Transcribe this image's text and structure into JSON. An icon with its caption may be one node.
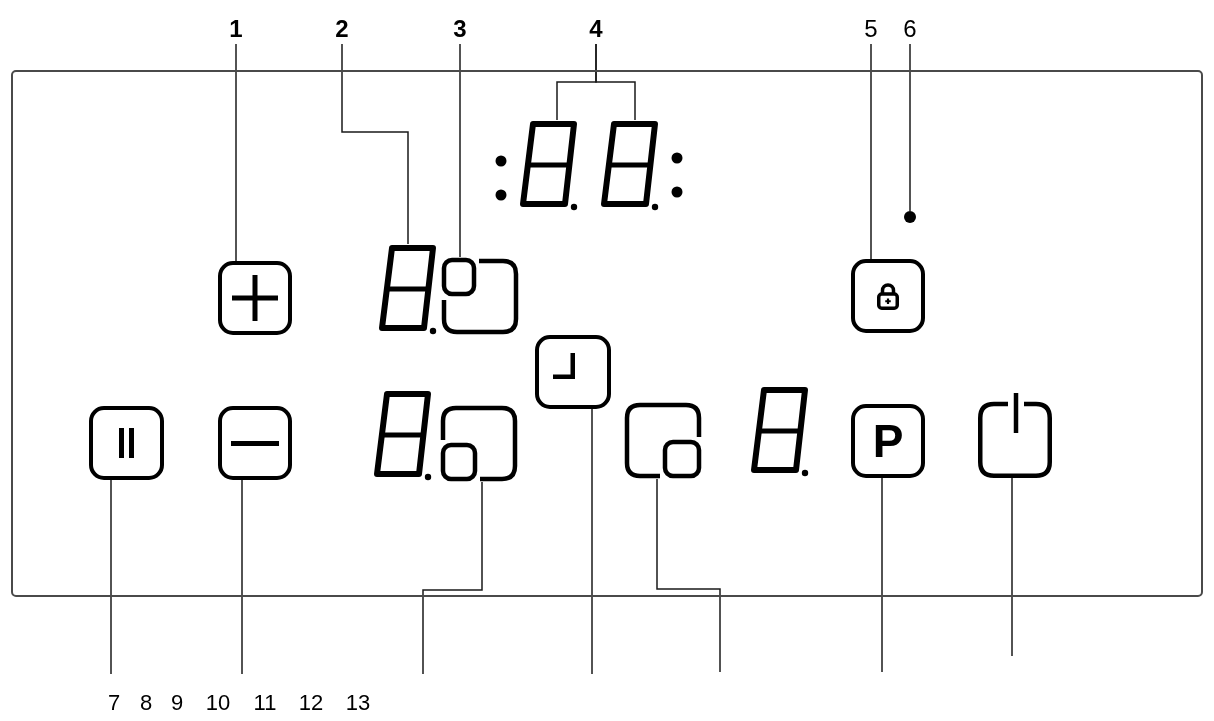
{
  "diagram": {
    "nodes": [
      {
        "text": [
          "1"
        ]
      },
      {
        "text": [
          "2"
        ]
      },
      {
        "text": [
          "3"
        ]
      },
      {
        "text": [
          "4"
        ]
      },
      {
        "text": [
          "5"
        ]
      },
      {
        "text": [
          "6"
        ]
      },
      {
        "text": [],
        "shape": "box"
      },
      {
        "text": [],
        "shape": "display",
        "in": 6
      },
      {
        "text": [],
        "shape": "display",
        "in": 6
      },
      {
        "text": [],
        "shape": "circle",
        "in": 6
      },
      {
        "text": [],
        "shape": "button",
        "in": 6
      },
      {
        "text": [],
        "shape": "display",
        "in": 6
      },
      {
        "text": [],
        "shape": "button",
        "in": 6
      },
      {
        "text": [],
        "shape": "button",
        "in": 6
      },
      {
        "text": [],
        "shape": "button",
        "in": 6
      },
      {
        "text": [],
        "shape": "button",
        "in": 6
      },
      {
        "text": [],
        "shape": "button",
        "in": 6
      },
      {
        "text": [],
        "shape": "display",
        "in": 6
      },
      {
        "text": [],
        "shape": "button",
        "in": 6
      },
      {
        "text": [],
        "shape": "button",
        "in": 6
      },
      {
        "text": [],
        "shape": "display",
        "in": 6
      },
      {
        "text": [
          "P"
        ],
        "in": 6
      },
      {
        "text": [],
        "shape": "button",
        "in": 6
      }
    ],
    "edges": [
      {
        "from": 0,
        "to": 10,
        "arrow": "none"
      },
      {
        "from": 1,
        "to": 11,
        "arrow": "none"
      },
      {
        "from": 2,
        "to": 12,
        "arrow": "none"
      },
      {
        "from": 3,
        "to": 7,
        "arrow": "none"
      },
      {
        "from": 3,
        "to": 8,
        "arrow": "none"
      },
      {
        "from": 4,
        "to": 13,
        "arrow": "none"
      },
      {
        "from": 5,
        "to": 9,
        "arrow": "none"
      },
      {
        "from": 15,
        "to": null,
        "arrow": "none"
      },
      {
        "from": 16,
        "to": null,
        "arrow": "none"
      },
      {
        "from": 18,
        "to": null,
        "arrow": "none"
      },
      {
        "from": 14,
        "to": null,
        "arrow": "none"
      },
      {
        "from": 19,
        "to": null,
        "arrow": "none"
      },
      {
        "from": 21,
        "to": null,
        "arrow": "none"
      },
      {
        "from": 22,
        "to": null,
        "arrow": "none"
      }
    ],
    "labels": [
      "7",
      "8",
      "9",
      "10",
      "11",
      "12",
      "13"
    ]
  }
}
